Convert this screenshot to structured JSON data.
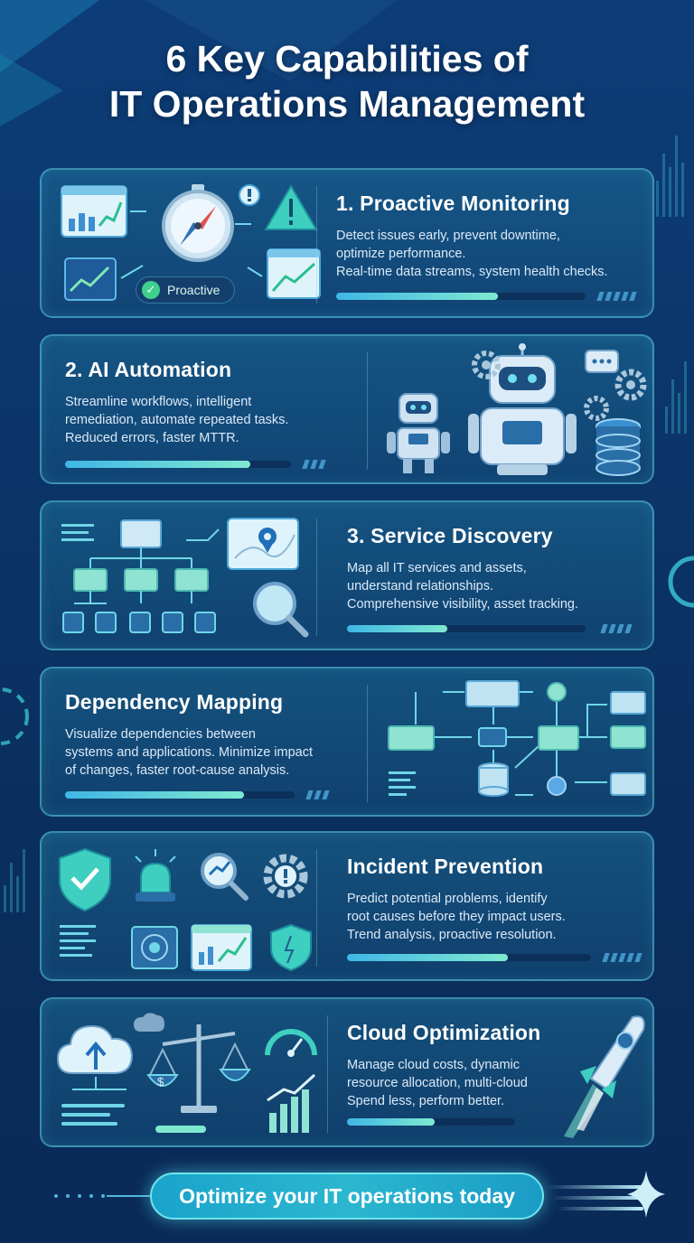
{
  "title_line1": "6 Key Capabilities of",
  "title_line2": "IT Operations Management",
  "cards": [
    {
      "title": "1.  Proactive Monitoring",
      "lines": [
        "Detect issues early, prevent downtime,",
        "optimize performance.",
        "Real-time data streams, system health checks."
      ],
      "badge": "Proactive",
      "progress": 0.65,
      "icons": [
        "line-chart-icon",
        "compass-icon",
        "warning-icon",
        "trend-chart-icon"
      ]
    },
    {
      "title": "2. AI Automation",
      "lines": [
        "Streamline workflows, intelligent",
        "remediation, automate repeated tasks.",
        "Reduced errors, faster MTTR."
      ],
      "progress": 0.82,
      "icons": [
        "robot-icon",
        "gear-icon",
        "chat-bubble-icon",
        "database-icon"
      ]
    },
    {
      "title": "3. Service Discovery",
      "lines": [
        "Map all IT services and assets,",
        "understand relationships.",
        "Comprehensive visibility, asset tracking."
      ],
      "progress": 0.42,
      "icons": [
        "folder-tree-icon",
        "map-pin-icon",
        "magnifier-icon"
      ]
    },
    {
      "title": "Dependency Mapping",
      "lines": [
        "Visualize dependencies between",
        "systems and applications. Minimize impact",
        "of changes, faster root-cause analysis."
      ],
      "progress": 0.78,
      "icons": [
        "flow-diagram-icon",
        "database-icon"
      ]
    },
    {
      "title": "Incident Prevention",
      "lines": [
        "Predict potential problems, identify",
        "root causes before they impact users.",
        "Trend analysis, proactive resolution."
      ],
      "progress": 0.66,
      "icons": [
        "shield-check-icon",
        "alarm-icon",
        "magnifier-icon",
        "gear-alert-icon",
        "shield-icon"
      ]
    },
    {
      "title": "Cloud Optimization",
      "lines": [
        "Manage cloud costs, dynamic",
        "resource allocation, multi-cloud",
        "Spend less, perform better."
      ],
      "progress": 0.52,
      "icons": [
        "cloud-upload-icon",
        "scale-icon",
        "gauge-icon",
        "rocket-icon"
      ]
    }
  ],
  "cta": "Optimize your IT operations today",
  "colors": {
    "accent": "#4fd1c5",
    "bg": "#0b3569",
    "card_border": "#5fc8dc",
    "cta": "#2bb7cf"
  }
}
